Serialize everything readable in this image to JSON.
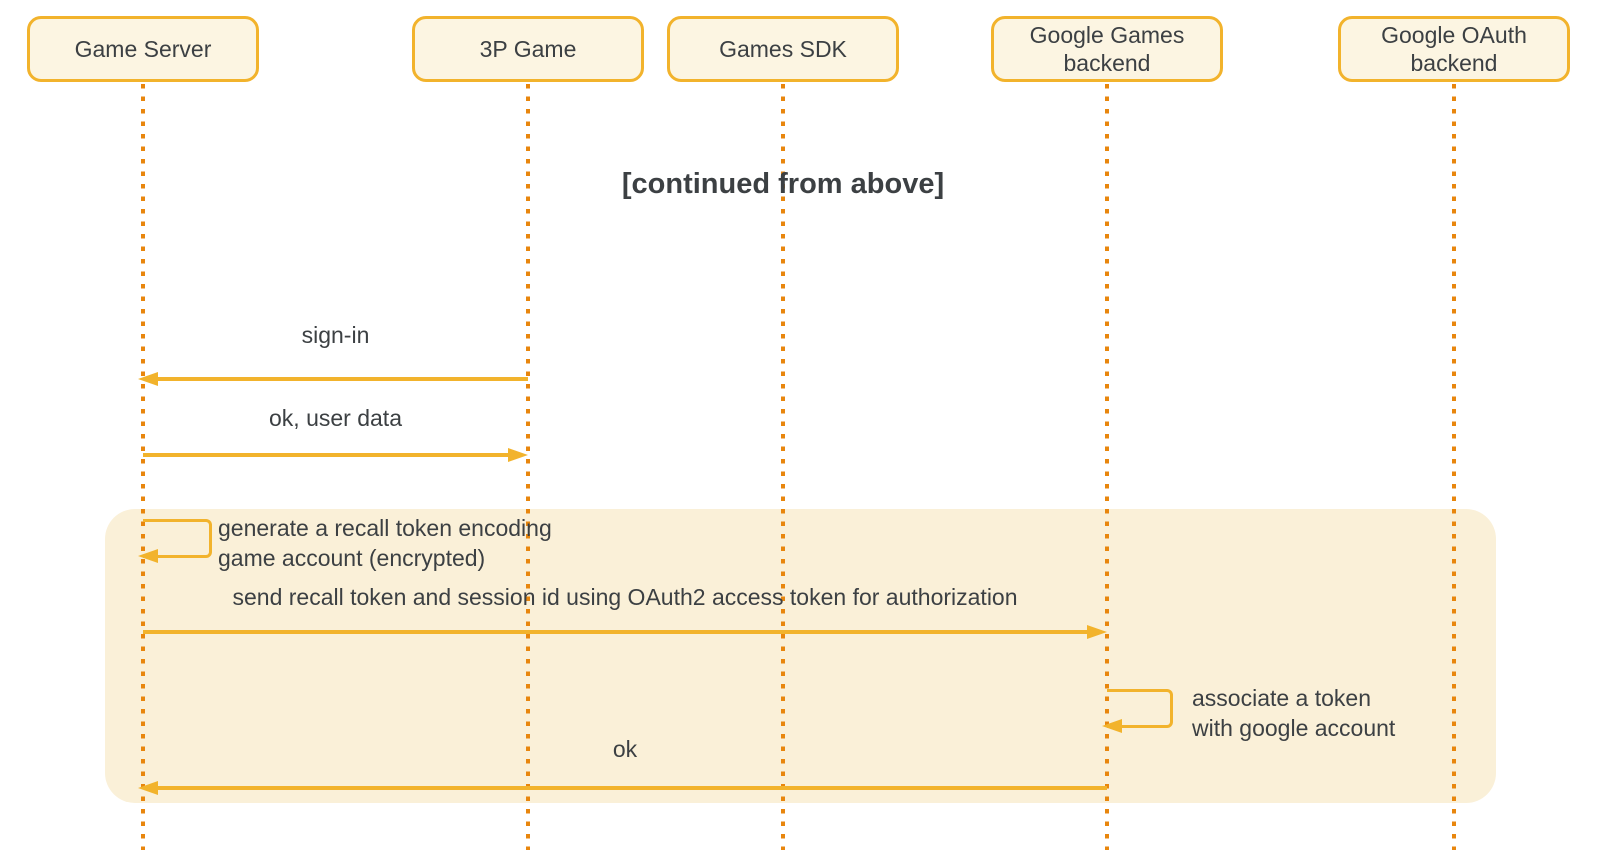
{
  "colors": {
    "background": "#ffffff",
    "band": "#faf0d8",
    "actor_fill": "#fcf5e2",
    "accent": "#f2b32c",
    "lifeline": "#e8860d",
    "text": "#3c4043"
  },
  "title": "[continued from above]",
  "actors": [
    {
      "id": "game-server",
      "label": "Game Server"
    },
    {
      "id": "3p-game",
      "label": "3P Game"
    },
    {
      "id": "games-sdk",
      "label": "Games SDK"
    },
    {
      "id": "google-games-backend",
      "label": "Google Games\nbackend"
    },
    {
      "id": "google-oauth-backend",
      "label": "Google OAuth\nbackend"
    }
  ],
  "messages": {
    "sign_in": {
      "label": "sign-in",
      "from": "3P Game",
      "to": "Game Server"
    },
    "ok_user_data": {
      "label": "ok, user data",
      "from": "Game Server",
      "to": "3P Game"
    },
    "generate_recall": {
      "label": "generate a recall token encoding\ngame account (encrypted)",
      "from": "Game Server",
      "to": "Game Server"
    },
    "send_recall": {
      "label": "send recall token and session id using OAuth2 access token for authorization",
      "from": "Game Server",
      "to": "Google Games backend"
    },
    "associate_token": {
      "label": "associate a token\nwith google account",
      "from": "Google Games backend",
      "to": "Google Games backend"
    },
    "ok": {
      "label": "ok",
      "from": "Google Games backend",
      "to": "Game Server"
    }
  }
}
